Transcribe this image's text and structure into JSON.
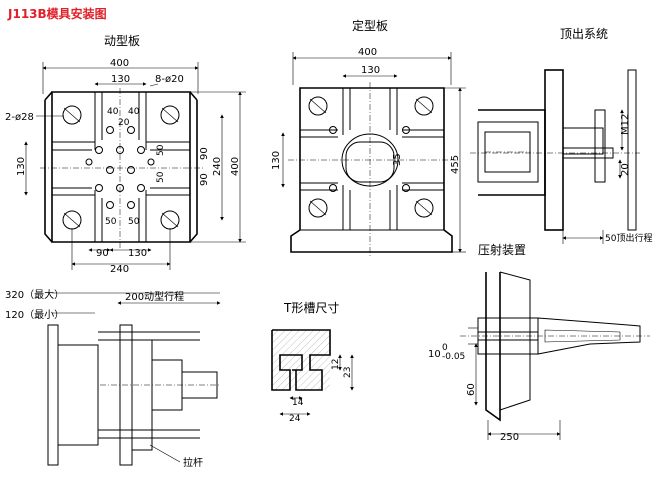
{
  "title": "J113B模具安装图",
  "moving_platen": {
    "label": "动型板",
    "dims": {
      "width_400": "400",
      "w_130": "130",
      "holes_8": "8-ø20",
      "holes_2": "2-ø28",
      "d40a": "40",
      "d40b": "40",
      "d20": "20",
      "d130_left": "130",
      "d90_right_top": "90",
      "d90_right_bot": "90",
      "d240_right": "240",
      "d400_right": "400",
      "d50a": "50",
      "d50b": "50",
      "d50c": "50",
      "d50d": "50",
      "d90_bot_left": "90",
      "d130_bot": "130",
      "d240_bot": "240"
    }
  },
  "fixed_platen": {
    "label": "定型板",
    "dims": {
      "width_400": "400",
      "w_130": "130",
      "d130_left": "130",
      "d35": "35",
      "d455": "455"
    }
  },
  "ejector": {
    "label": "顶出系统",
    "dims": {
      "m12": "M12",
      "d20": "20",
      "stroke": "50顶出行程"
    }
  },
  "stroke_view": {
    "dims": {
      "max": "320（最大）",
      "min": "120（最小）",
      "travel": "200动型行程"
    },
    "rod_label": "拉杆"
  },
  "tslot": {
    "label": "T形槽尺寸",
    "dims": {
      "d12": "12",
      "d23": "23",
      "d14": "14",
      "d24": "24"
    }
  },
  "injection": {
    "label": "压射装置",
    "dims": {
      "d10": "10",
      "tol_upper": "0",
      "tol_lower": "-0.05",
      "d60": "60",
      "d250": "250"
    }
  }
}
